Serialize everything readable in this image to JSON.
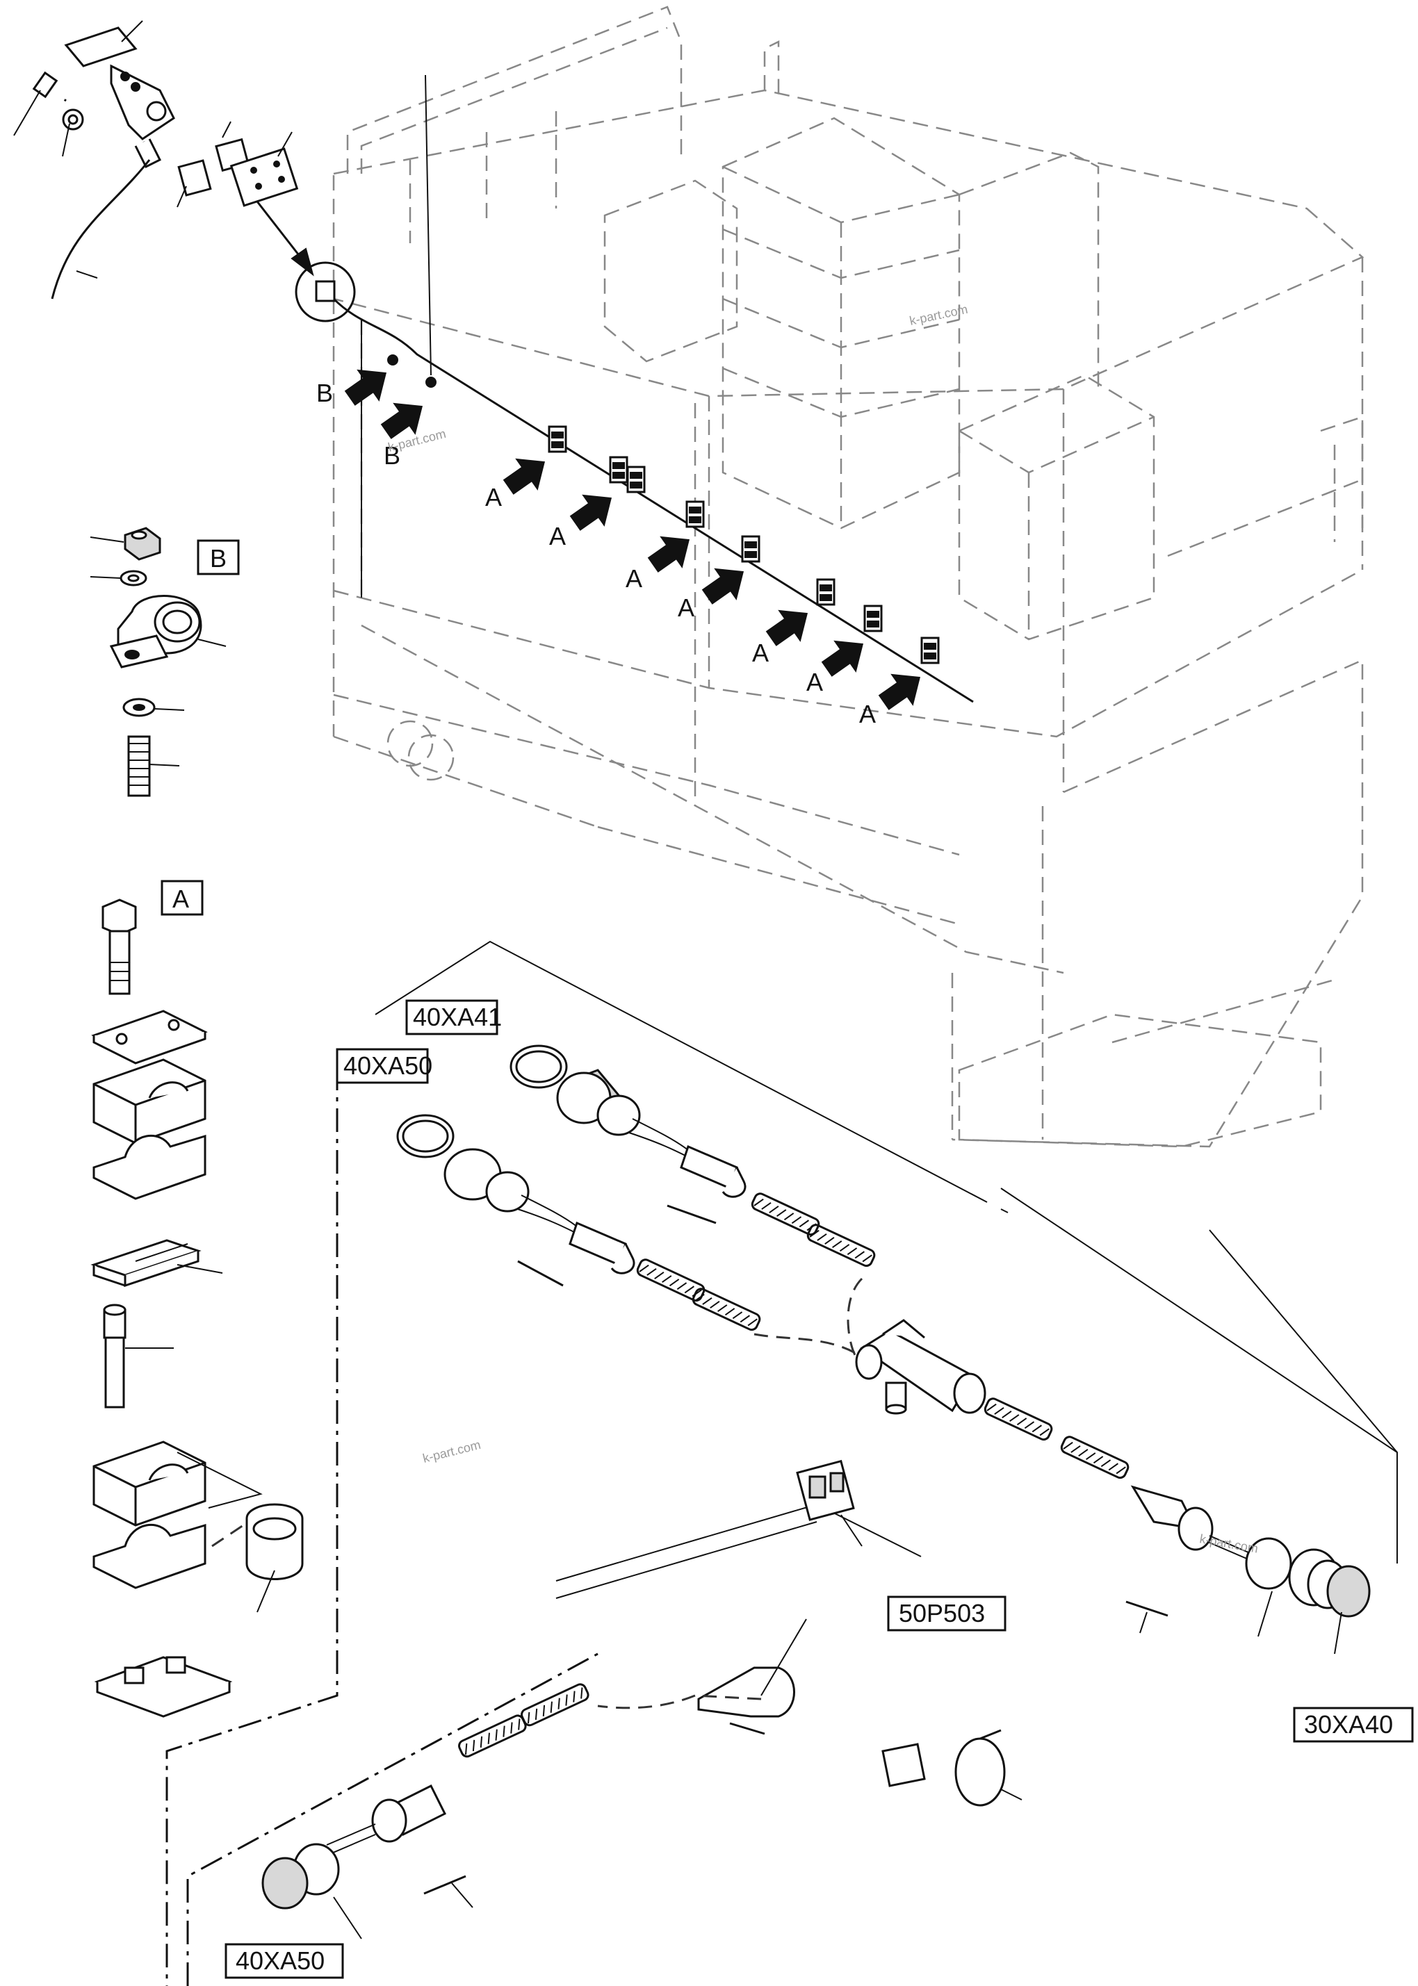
{
  "detail_boxes": {
    "a": "A",
    "b": "B"
  },
  "connector_labels": {
    "c40xa41": "40XA41",
    "c40xa50_top": "40XA50",
    "c50p503": "50P503",
    "c30xa40": "30XA40",
    "c40xa50_bottom": "40XA50"
  },
  "callout_letters": {
    "b1": "B",
    "b2": "B",
    "a1": "A",
    "a2": "A",
    "a3": "A",
    "a4": "A",
    "a5": "A",
    "a6": "A",
    "a7": "A"
  },
  "watermarks": {
    "w1": "k-part.com",
    "w2": "k-part.com",
    "w3": "k-part.com",
    "w4": "k-part.com"
  },
  "colors": {
    "line": "#111111",
    "hidden_line": "#888888",
    "background": "#ffffff"
  },
  "icons": {
    "arrow": "filled-arrow-icon"
  }
}
